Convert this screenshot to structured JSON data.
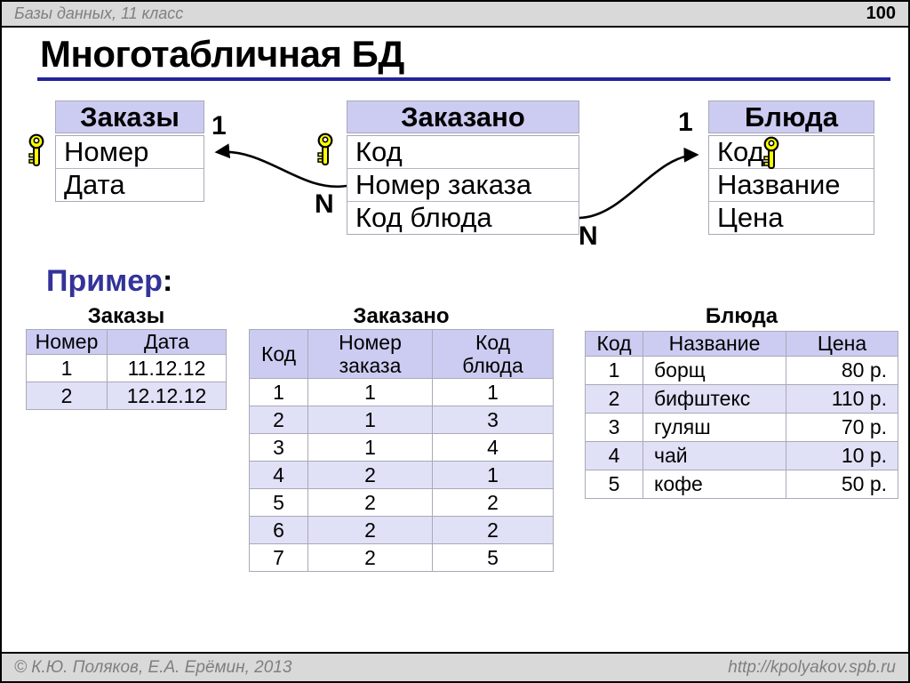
{
  "slide": {
    "topbar": {
      "course": "Базы данных, 11 класс",
      "page_number": "100"
    },
    "title": "Многотабличная БД",
    "footer": {
      "copyright": "© К.Ю. Поляков, Е.А. Ерёмин, 2013",
      "site": "http://kpolyakov.spb.ru"
    }
  },
  "diagram": {
    "tables": [
      {
        "name": "Заказы",
        "fields": [
          "Номер",
          "Дата"
        ]
      },
      {
        "name": "Заказано",
        "fields": [
          "Код",
          "Номер заказа",
          "Код блюда"
        ]
      },
      {
        "name": "Блюда",
        "fields": [
          "Код",
          "Название",
          "Цена"
        ]
      }
    ],
    "relation_labels": {
      "one_left": "1",
      "n_left": "N",
      "one_right": "1",
      "n_right": "N"
    },
    "key_icon": "primary-key-icon"
  },
  "example": {
    "heading": "Пример",
    "heading_colon": ":",
    "tables": [
      {
        "title": "Заказы",
        "columns": [
          "Номер",
          "Дата"
        ],
        "rows": [
          [
            "1",
            "11.12.12"
          ],
          [
            "2",
            "12.12.12"
          ]
        ]
      },
      {
        "title": "Заказано",
        "columns": [
          "Код",
          "Номер\nзаказа",
          "Код\nблюда"
        ],
        "rows": [
          [
            "1",
            "1",
            "1"
          ],
          [
            "2",
            "1",
            "3"
          ],
          [
            "3",
            "1",
            "4"
          ],
          [
            "4",
            "2",
            "1"
          ],
          [
            "5",
            "2",
            "2"
          ],
          [
            "6",
            "2",
            "2"
          ],
          [
            "7",
            "2",
            "5"
          ]
        ]
      },
      {
        "title": "Блюда",
        "columns": [
          "Код",
          "Название",
          "Цена"
        ],
        "rows": [
          [
            "1",
            "борщ",
            "80 р."
          ],
          [
            "2",
            "бифштекс",
            "110 р."
          ],
          [
            "3",
            "гуляш",
            "70 р."
          ],
          [
            "4",
            "чай",
            "10 р."
          ],
          [
            "5",
            "кофе",
            "50 р."
          ]
        ]
      }
    ]
  },
  "colors": {
    "accent_underline": "#23239b",
    "heading_blue": "#333399",
    "table_header_bg": "#ccccf2",
    "alt_row_bg": "#e0e0f6",
    "bar_gray": "#d9d9d9",
    "key_yellow": "#ffff00"
  }
}
